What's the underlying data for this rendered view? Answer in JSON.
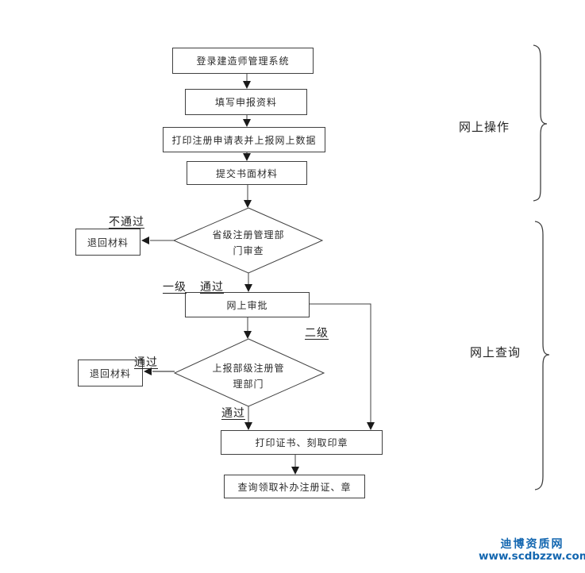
{
  "colors": {
    "line": "#404040",
    "watermark_blue": "#1266b0"
  },
  "flowchart": {
    "boxes": [
      {
        "label": "登录建造师管理系统"
      },
      {
        "label": "填写申报资料"
      },
      {
        "label": "打印注册申请表并上报网上数据"
      },
      {
        "label": "提交书面材料"
      },
      {
        "label": "退回材料"
      },
      {
        "label": "网上审批"
      },
      {
        "label": "退回材料"
      },
      {
        "label": "打印证书、刻取印章"
      },
      {
        "label": "查询领取补办注册证、章"
      }
    ],
    "decisions": [
      {
        "line1": "省级注册管理部",
        "line2": "门审查"
      },
      {
        "line1": "上报部级注册管",
        "line2": "理部门"
      }
    ],
    "edge_labels": {
      "not_pass": "不通过",
      "level1": "一级",
      "pass1": "通过",
      "level2": "二级",
      "pass2": "通过",
      "pass3": "通过"
    },
    "groups": [
      {
        "label": "网上操作"
      },
      {
        "label": "网上查询"
      }
    ]
  },
  "watermark": {
    "name": "迪博资质网",
    "url": "www.scdbzzw.com"
  }
}
